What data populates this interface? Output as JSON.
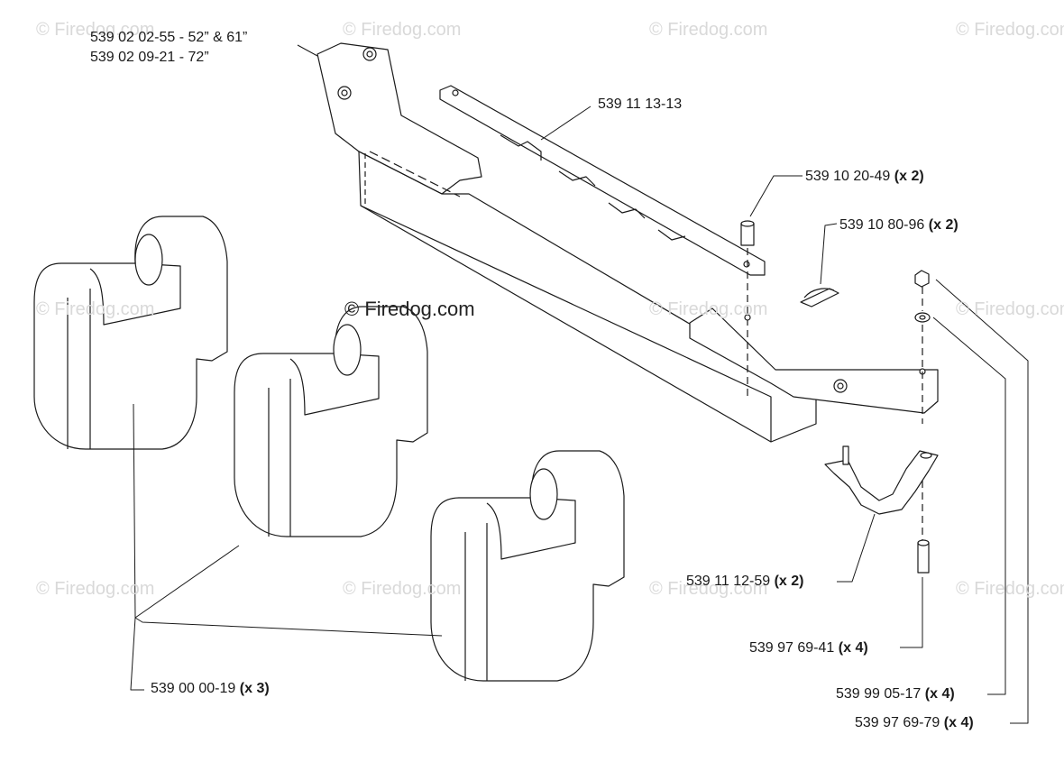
{
  "watermark": {
    "repeat_text": "© Firedog.com",
    "center_text": "© Firedog.com"
  },
  "labels": {
    "bracket_line1": "539 02 02-55 - 52” & 61”",
    "bracket_line2": "539 02 09-21 - 72”",
    "bar": "539 11 13-13",
    "pin_part": "539 10 20-49",
    "pin_qty": "(x 2)",
    "clip_part": "539 10 80-96",
    "clip_qty": "(x 2)",
    "hanger_part": "539 11 12-59",
    "hanger_qty": "(x 2)",
    "bolt_part": "539 97 69-41",
    "bolt_qty": "(x 4)",
    "weight_part": "539 00 00-19",
    "weight_qty": "(x 3)",
    "washer_part": "539 99 05-17",
    "washer_qty": "(x 4)",
    "nut_part": "539 97 69-79",
    "nut_qty": "(x 4)"
  },
  "colors": {
    "line": "#1a1a1a",
    "fill": "#ffffff",
    "watermark": "#d9d9d9"
  }
}
